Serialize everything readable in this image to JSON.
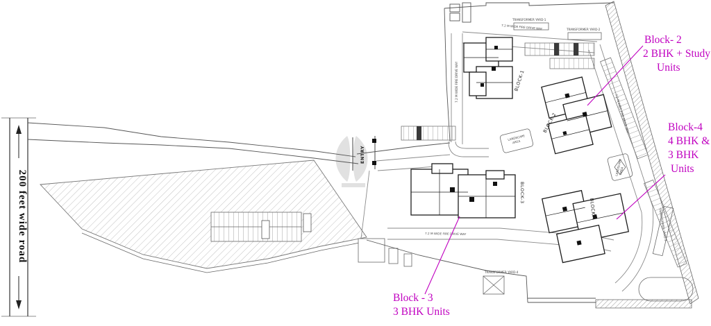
{
  "road": {
    "label": "200 feet wide road"
  },
  "plan": {
    "entry": "ENTRY",
    "blocks": {
      "b1": "BLOCK-1",
      "b2": "BLOCK-2",
      "b3": "BLOCK-3",
      "b4": "BLOCK-4"
    },
    "landscape_lines": [
      "LANDSCAPE",
      "AREA"
    ],
    "driveway": "7.2 M WIDE FIRE DRIVE WAY",
    "transformers": [
      "TRANSFORMER YARD-1",
      "TRANSFORMER YARD-2",
      "TRANSFORMER YARD-3",
      "TRANSFORMER YARD-4"
    ]
  },
  "annotations": {
    "color": "#c000c0",
    "block2": {
      "lines": [
        "Block- 2",
        "2 BHK + Study",
        "Units"
      ]
    },
    "block4": {
      "lines": [
        "Block-4",
        "4 BHK &",
        "3 BHK",
        "Units"
      ]
    },
    "block3": {
      "lines": [
        "Block - 3",
        "3 BHK Units"
      ]
    }
  }
}
